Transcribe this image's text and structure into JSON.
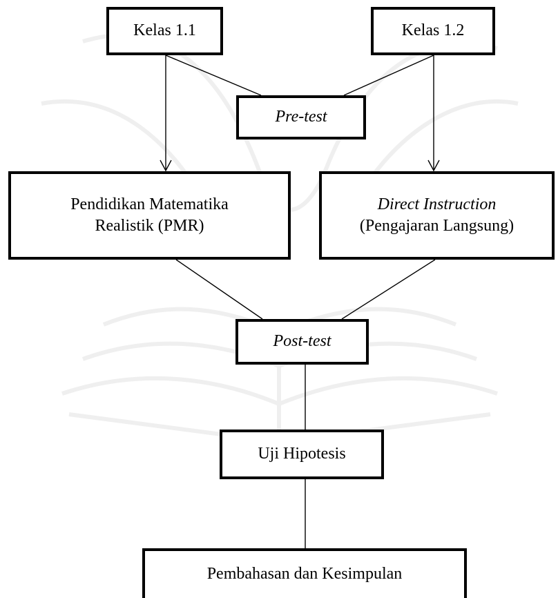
{
  "nodes": {
    "kelas_1_1": "Kelas 1.1",
    "kelas_1_2": "Kelas 1.2",
    "pre_test": "Pre-test",
    "pmr_line1": "Pendidikan Matematika",
    "pmr_line2": "Realistik (PMR)",
    "di_line1": "Direct Instruction",
    "di_line2": "(Pengajaran Langsung)",
    "post_test": "Post-test",
    "uji_hipotesis": "Uji Hipotesis",
    "pembahasan": "Pembahasan dan Kesimpulan"
  },
  "edges": [
    {
      "from": "kelas_1_1",
      "to": "pre_test",
      "arrow": false
    },
    {
      "from": "kelas_1_2",
      "to": "pre_test",
      "arrow": false
    },
    {
      "from": "kelas_1_1",
      "to": "pmr",
      "arrow": true
    },
    {
      "from": "kelas_1_2",
      "to": "direct_instruction",
      "arrow": true
    },
    {
      "from": "pmr",
      "to": "post_test",
      "arrow": false
    },
    {
      "from": "direct_instruction",
      "to": "post_test",
      "arrow": false
    },
    {
      "from": "post_test",
      "to": "uji_hipotesis",
      "arrow": false
    },
    {
      "from": "uji_hipotesis",
      "to": "pembahasan",
      "arrow": false
    }
  ],
  "colors": {
    "stroke": "#000000",
    "background": "#ffffff",
    "watermark": "#efefef"
  }
}
